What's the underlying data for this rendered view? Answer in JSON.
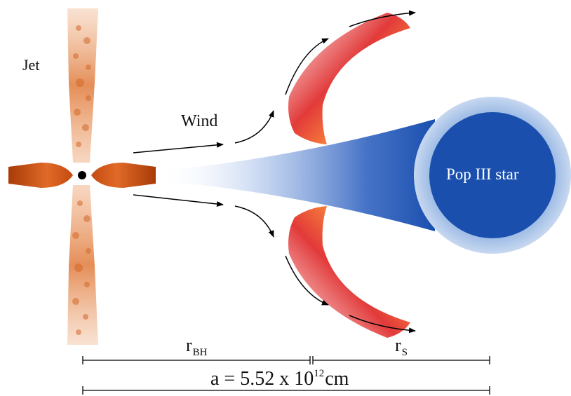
{
  "labels": {
    "jet": "Jet",
    "wind": "Wind",
    "star": "Pop III star",
    "r_bh": {
      "main": "r",
      "sub": "BH"
    },
    "r_s": {
      "main": "r",
      "sub": "S"
    },
    "separation": {
      "prefix": "a = 5.52 x 10",
      "exponent": "12",
      "unit": "cm"
    }
  },
  "colors": {
    "jet": "#e07a3a",
    "disk": "#c44a10",
    "black_hole": "#000000",
    "star_core": "#1a4fae",
    "star_halo": "#8aaee0",
    "bow_shock_outer": "#e23a3a",
    "bow_shock_inner": "#ffe14a",
    "arrows": "#000000"
  }
}
